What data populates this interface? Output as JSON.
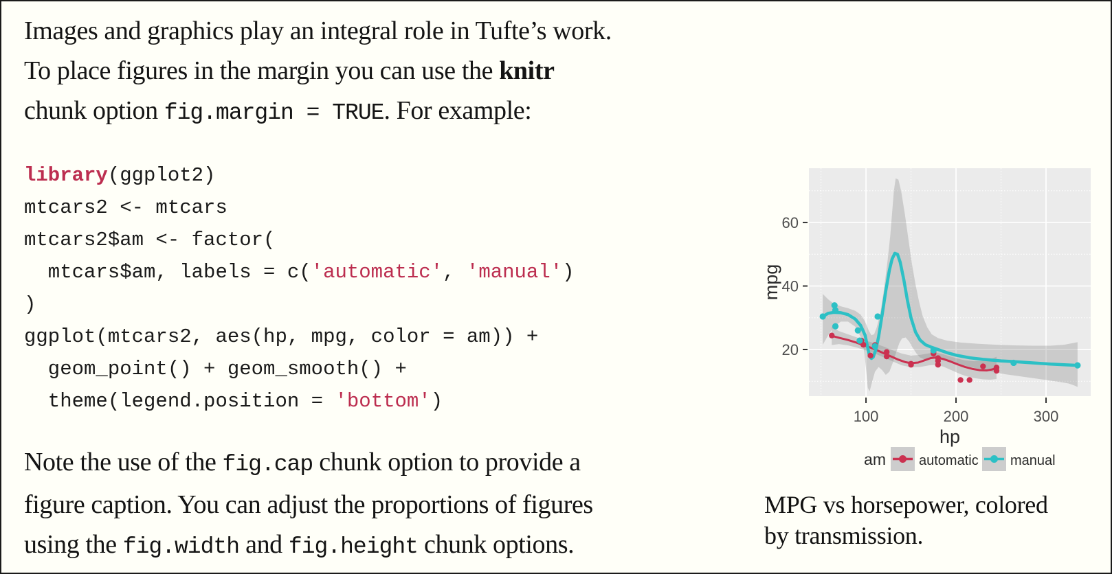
{
  "page": {
    "background": "#fffff8",
    "border_color": "#1b1b1b"
  },
  "colors": {
    "code_accent": "#bc2d4f",
    "automatic_red": "#cb3150",
    "manual_teal": "#2cc0c5",
    "panel_background": "#ebebeb",
    "gridline": "#ffffff",
    "axis_text": "#4d4d4d"
  },
  "main": {
    "p1": {
      "lines": [
        [
          {
            "t": "Images and graphics play an integral role in Tufte’s work.",
            "s": "plain"
          }
        ],
        [
          {
            "t": "To place figures in the margin you can use the ",
            "s": "plain"
          },
          {
            "t": "knitr",
            "s": "bold"
          }
        ],
        [
          {
            "t": "chunk option ",
            "s": "plain"
          },
          {
            "t": "fig.margin = TRUE",
            "s": "code"
          },
          {
            "t": ". For example:",
            "s": "plain"
          }
        ]
      ]
    },
    "code": {
      "lines": [
        [
          {
            "t": "library",
            "s": "kw"
          },
          {
            "t": "(ggplot2)",
            "s": "plain"
          }
        ],
        [
          {
            "t": "mtcars2 <- mtcars",
            "s": "plain"
          }
        ],
        [
          {
            "t": "mtcars2$am <- factor(",
            "s": "plain"
          }
        ],
        [
          {
            "t": "  mtcars$am, labels = c(",
            "s": "plain"
          },
          {
            "t": "'automatic'",
            "s": "str"
          },
          {
            "t": ", ",
            "s": "plain"
          },
          {
            "t": "'manual'",
            "s": "str"
          },
          {
            "t": ")",
            "s": "plain"
          }
        ],
        [
          {
            "t": ")",
            "s": "plain"
          }
        ],
        [
          {
            "t": "ggplot(mtcars2, aes(hp, mpg, color = am)) +",
            "s": "plain"
          }
        ],
        [
          {
            "t": "  geom_point() + geom_smooth() +",
            "s": "plain"
          }
        ],
        [
          {
            "t": "  theme(legend.position = ",
            "s": "plain"
          },
          {
            "t": "'bottom'",
            "s": "str"
          },
          {
            "t": ")",
            "s": "plain"
          }
        ]
      ]
    },
    "p2": {
      "lines": [
        [
          {
            "t": "Note the use of the ",
            "s": "plain"
          },
          {
            "t": "fig.cap",
            "s": "code"
          },
          {
            "t": " chunk option to provide a",
            "s": "plain"
          }
        ],
        [
          {
            "t": "figure caption. You can adjust the proportions of figures",
            "s": "plain"
          }
        ],
        [
          {
            "t": "using the ",
            "s": "plain"
          },
          {
            "t": "fig.width",
            "s": "code"
          },
          {
            "t": " and ",
            "s": "plain"
          },
          {
            "t": "fig.height",
            "s": "code"
          },
          {
            "t": " chunk options.",
            "s": "plain"
          }
        ]
      ]
    }
  },
  "figure": {
    "caption": "MPG vs horsepower, colored by transmission."
  },
  "chart_data": {
    "type": "scatter",
    "title": "",
    "xlabel": "hp",
    "ylabel": "mpg",
    "xlim": [
      36.6,
      349.6
    ],
    "ylim": [
      5.3,
      77.1
    ],
    "x_ticks": [
      100,
      200,
      300
    ],
    "x_minor": [
      50,
      150,
      250
    ],
    "y_ticks": [
      20,
      40,
      60
    ],
    "y_minor": [
      10,
      30,
      50,
      70
    ],
    "grid": true,
    "panel_bg": "#ebebeb",
    "grid_color": "#ffffff",
    "ribbon_color": "rgba(128,128,128,0.30)",
    "axis_text_color": "#4d4d4d",
    "legend": {
      "title": "am",
      "position": "bottom",
      "entries": [
        {
          "label": "automatic",
          "color": "#cb3150"
        },
        {
          "label": "manual",
          "color": "#2cc0c5"
        }
      ]
    },
    "series": [
      {
        "name": "automatic",
        "color": "#cb3150",
        "line_width": 3,
        "point_radius": 4.2,
        "points": [
          [
            62,
            24.4
          ],
          [
            95,
            22.8
          ],
          [
            97,
            21.5
          ],
          [
            105,
            18.1
          ],
          [
            110,
            21.4
          ],
          [
            123,
            19.2
          ],
          [
            123,
            17.8
          ],
          [
            150,
            15.5
          ],
          [
            150,
            15.2
          ],
          [
            175,
            18.7
          ],
          [
            175,
            19.2
          ],
          [
            180,
            16.4
          ],
          [
            180,
            17.3
          ],
          [
            180,
            15.2
          ],
          [
            205,
            10.4
          ],
          [
            215,
            10.4
          ],
          [
            230,
            14.7
          ],
          [
            245,
            14.3
          ],
          [
            245,
            13.3
          ]
        ],
        "smooth": [
          [
            62,
            24.3
          ],
          [
            70,
            23.7
          ],
          [
            80,
            23.0
          ],
          [
            88,
            22.3
          ],
          [
            96,
            21.5
          ],
          [
            104,
            20.7
          ],
          [
            112,
            19.8
          ],
          [
            120,
            18.8
          ],
          [
            128,
            17.8
          ],
          [
            136,
            16.8
          ],
          [
            144,
            16.0
          ],
          [
            150,
            15.7
          ],
          [
            158,
            15.9
          ],
          [
            166,
            16.7
          ],
          [
            172,
            17.3
          ],
          [
            178,
            17.5
          ],
          [
            186,
            17.0
          ],
          [
            194,
            16.2
          ],
          [
            202,
            15.3
          ],
          [
            210,
            14.5
          ],
          [
            218,
            13.9
          ],
          [
            226,
            13.5
          ],
          [
            234,
            13.4
          ],
          [
            240,
            13.7
          ],
          [
            245,
            14.2
          ]
        ],
        "ribbon_upper": [
          [
            62,
            27.2
          ],
          [
            70,
            25.8
          ],
          [
            80,
            24.8
          ],
          [
            90,
            23.8
          ],
          [
            100,
            22.8
          ],
          [
            110,
            21.9
          ],
          [
            120,
            20.9
          ],
          [
            130,
            19.7
          ],
          [
            140,
            18.7
          ],
          [
            150,
            18.1
          ],
          [
            160,
            18.3
          ],
          [
            170,
            18.8
          ],
          [
            178,
            19.0
          ],
          [
            186,
            18.5
          ],
          [
            194,
            17.8
          ],
          [
            202,
            17.1
          ],
          [
            210,
            16.6
          ],
          [
            220,
            16.3
          ],
          [
            230,
            16.4
          ],
          [
            238,
            16.9
          ],
          [
            245,
            17.7
          ]
        ],
        "ribbon_lower": [
          [
            62,
            21.4
          ],
          [
            70,
            21.7
          ],
          [
            80,
            21.3
          ],
          [
            90,
            20.6
          ],
          [
            100,
            19.7
          ],
          [
            110,
            18.7
          ],
          [
            120,
            17.5
          ],
          [
            130,
            16.2
          ],
          [
            140,
            15.0
          ],
          [
            150,
            14.4
          ],
          [
            160,
            14.5
          ],
          [
            170,
            15.0
          ],
          [
            178,
            15.2
          ],
          [
            186,
            14.6
          ],
          [
            194,
            13.6
          ],
          [
            202,
            12.6
          ],
          [
            210,
            11.7
          ],
          [
            220,
            11.0
          ],
          [
            230,
            10.6
          ],
          [
            238,
            10.5
          ],
          [
            245,
            10.7
          ]
        ]
      },
      {
        "name": "manual",
        "color": "#2cc0c5",
        "line_width": 4.5,
        "point_radius": 4.6,
        "points": [
          [
            52,
            30.4
          ],
          [
            65,
            33.9
          ],
          [
            66,
            32.4
          ],
          [
            66,
            27.3
          ],
          [
            91,
            26.0
          ],
          [
            93,
            22.8
          ],
          [
            110,
            21.0
          ],
          [
            113,
            30.4
          ],
          [
            175,
            19.7
          ],
          [
            264,
            15.8
          ],
          [
            335,
            15.0
          ]
        ],
        "smooth": [
          [
            52,
            30.4
          ],
          [
            58,
            31.4
          ],
          [
            64,
            31.7
          ],
          [
            72,
            31.6
          ],
          [
            80,
            31.0
          ],
          [
            88,
            29.6
          ],
          [
            94,
            27.6
          ],
          [
            99,
            24.5
          ],
          [
            102,
            20.5
          ],
          [
            104,
            17.8
          ],
          [
            106,
            17.2
          ],
          [
            108,
            17.6
          ],
          [
            111,
            20.0
          ],
          [
            114,
            24.0
          ],
          [
            118,
            31.0
          ],
          [
            122,
            38.5
          ],
          [
            126,
            45.0
          ],
          [
            129,
            48.5
          ],
          [
            132,
            50.3
          ],
          [
            135,
            50.0
          ],
          [
            138,
            47.5
          ],
          [
            142,
            42.0
          ],
          [
            146,
            35.5
          ],
          [
            150,
            30.0
          ],
          [
            155,
            25.5
          ],
          [
            160,
            23.0
          ],
          [
            166,
            21.5
          ],
          [
            172,
            20.8
          ],
          [
            180,
            20.0
          ],
          [
            190,
            19.0
          ],
          [
            200,
            18.2
          ],
          [
            215,
            17.4
          ],
          [
            230,
            16.9
          ],
          [
            250,
            16.4
          ],
          [
            264,
            16.2
          ],
          [
            285,
            15.8
          ],
          [
            305,
            15.4
          ],
          [
            320,
            15.2
          ],
          [
            335,
            15.0
          ]
        ],
        "ribbon_upper": [
          [
            52,
            37.5
          ],
          [
            58,
            35.8
          ],
          [
            64,
            34.5
          ],
          [
            72,
            33.6
          ],
          [
            80,
            33.0
          ],
          [
            88,
            32.2
          ],
          [
            94,
            31.0
          ],
          [
            99,
            28.8
          ],
          [
            103,
            26.0
          ],
          [
            106,
            24.5
          ],
          [
            109,
            24.8
          ],
          [
            112,
            27.0
          ],
          [
            116,
            31.5
          ],
          [
            120,
            39.0
          ],
          [
            124,
            48.0
          ],
          [
            127,
            56.0
          ],
          [
            129,
            63.0
          ],
          [
            131,
            70.0
          ],
          [
            133,
            73.9
          ],
          [
            136,
            73.5
          ],
          [
            139,
            70.0
          ],
          [
            143,
            63.0
          ],
          [
            147,
            55.0
          ],
          [
            151,
            47.0
          ],
          [
            155,
            40.5
          ],
          [
            159,
            35.0
          ],
          [
            163,
            30.5
          ],
          [
            168,
            27.0
          ],
          [
            173,
            24.8
          ],
          [
            180,
            23.6
          ],
          [
            190,
            22.8
          ],
          [
            205,
            22.2
          ],
          [
            225,
            21.8
          ],
          [
            245,
            21.5
          ],
          [
            264,
            21.3
          ],
          [
            285,
            21.2
          ],
          [
            305,
            21.2
          ],
          [
            320,
            21.5
          ],
          [
            335,
            22.3
          ]
        ],
        "ribbon_lower": [
          [
            52,
            21.5
          ],
          [
            58,
            24.5
          ],
          [
            64,
            27.0
          ],
          [
            72,
            28.8
          ],
          [
            80,
            28.8
          ],
          [
            88,
            27.2
          ],
          [
            94,
            24.0
          ],
          [
            98,
            19.5
          ],
          [
            100,
            14.0
          ],
          [
            102,
            8.0
          ],
          [
            104,
            6.8
          ],
          [
            107,
            10.0
          ],
          [
            110,
            13.0
          ],
          [
            114,
            14.5
          ],
          [
            118,
            13.5
          ],
          [
            122,
            12.0
          ],
          [
            126,
            13.0
          ],
          [
            130,
            16.0
          ],
          [
            134,
            19.5
          ],
          [
            137,
            22.0
          ],
          [
            140,
            23.5
          ],
          [
            144,
            23.8
          ],
          [
            148,
            22.5
          ],
          [
            152,
            20.5
          ],
          [
            156,
            18.8
          ],
          [
            160,
            17.5
          ],
          [
            165,
            16.9
          ],
          [
            170,
            17.0
          ],
          [
            175,
            17.2
          ],
          [
            182,
            16.9
          ],
          [
            190,
            16.4
          ],
          [
            200,
            15.7
          ],
          [
            212,
            14.8
          ],
          [
            225,
            13.9
          ],
          [
            240,
            13.0
          ],
          [
            255,
            12.2
          ],
          [
            270,
            11.6
          ],
          [
            285,
            11.0
          ],
          [
            300,
            10.4
          ],
          [
            315,
            9.8
          ],
          [
            325,
            9.3
          ],
          [
            332,
            8.6
          ],
          [
            335,
            8.2
          ]
        ]
      }
    ]
  }
}
